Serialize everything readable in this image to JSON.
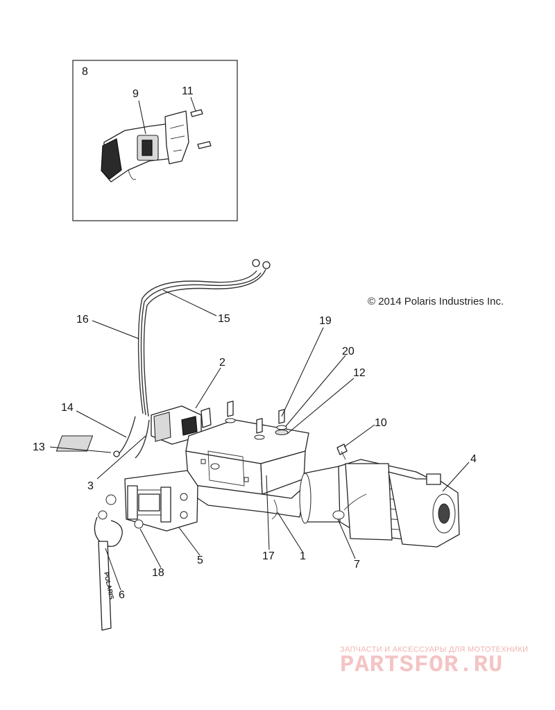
{
  "copyright": "© 2014 Polaris Industries Inc.",
  "watermark": {
    "subtitle": "ЗАПЧАСТИ И АКСЕССУАРЫ ДЛЯ МОТОТЕХНИКИ",
    "brand": "PARTSFOR.RU",
    "color": "#f4c4c4"
  },
  "strap_text": "POLARIS",
  "callouts": [
    "8",
    "9",
    "11",
    "16",
    "15",
    "2",
    "19",
    "20",
    "12",
    "14",
    "13",
    "3",
    "10",
    "4",
    "17",
    "1",
    "7",
    "18",
    "5",
    "6"
  ]
}
